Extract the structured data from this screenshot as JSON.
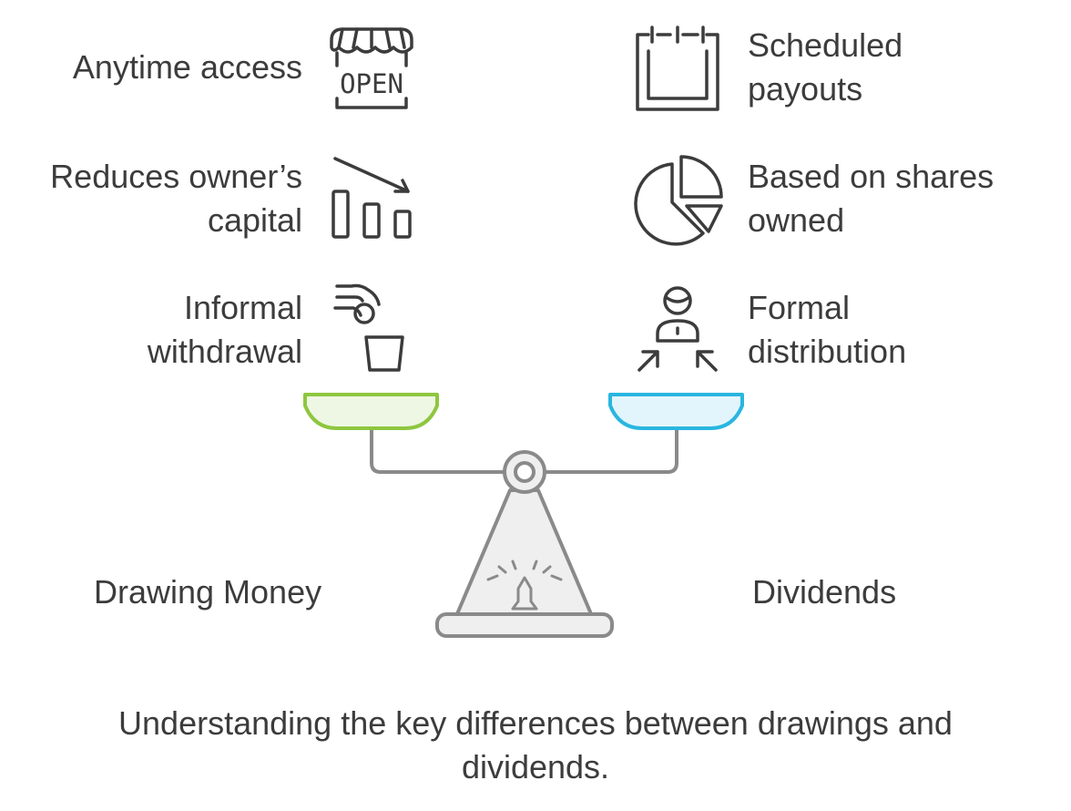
{
  "left_side": {
    "label": "Drawing Money",
    "items": [
      {
        "line1": "Anytime access",
        "line2": "",
        "icon": "open-shop-icon"
      },
      {
        "line1": "Reduces owner’s",
        "line2": "capital",
        "icon": "declining-bars-icon"
      },
      {
        "line1": "Informal",
        "line2": "withdrawal",
        "icon": "hand-dropping-coin-icon"
      }
    ],
    "icon_text": "OPEN",
    "pan_color": "#8ec63f"
  },
  "right_side": {
    "label": "Dividends",
    "items": [
      {
        "line1": "Scheduled",
        "line2": "payouts",
        "icon": "calendar-icon"
      },
      {
        "line1": "Based on shares",
        "line2": "owned",
        "icon": "pie-chart-icon"
      },
      {
        "line1": "Formal",
        "line2": "distribution",
        "icon": "person-distributing-icon"
      }
    ],
    "pan_color": "#29b6e0"
  },
  "caption": {
    "line1": "Understanding the key differences between drawings and",
    "line2": "dividends."
  }
}
